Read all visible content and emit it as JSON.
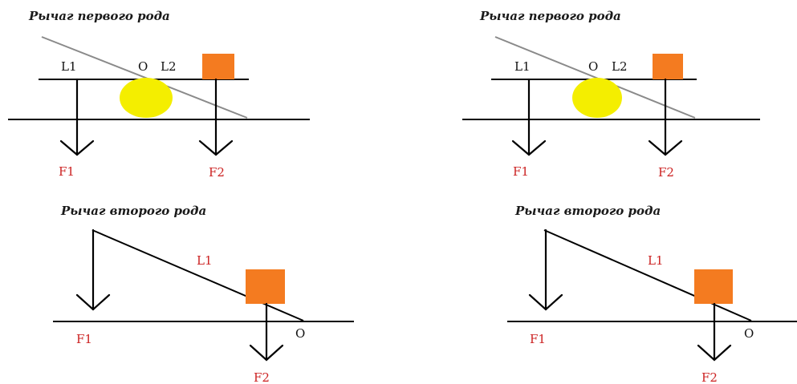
{
  "colors": {
    "force_label": "#cc2222",
    "weight_box": "#f47b20",
    "fulcrum_ball": "#f4ee00",
    "lever_first_kind": "#8a8a8a",
    "line": "#000000"
  },
  "panels": [
    {
      "kind": "first",
      "title": "Рычаг первого рода",
      "labels": {
        "l1": "L1",
        "o": "O",
        "l2": "L2",
        "f1": "F1",
        "f2": "F2"
      }
    },
    {
      "kind": "first",
      "title": "Рычаг первого рода",
      "labels": {
        "l1": "L1",
        "o": "O",
        "l2": "L2",
        "f1": "F1",
        "f2": "F2"
      }
    },
    {
      "kind": "second",
      "title": "Рычаг второго рода",
      "labels": {
        "l1": "L1",
        "o": "O",
        "f1": "F1",
        "f2": "F2"
      }
    },
    {
      "kind": "second",
      "title": "Рычаг второго рода",
      "labels": {
        "l1": "L1",
        "o": "O",
        "f1": "F1",
        "f2": "F2"
      }
    }
  ]
}
